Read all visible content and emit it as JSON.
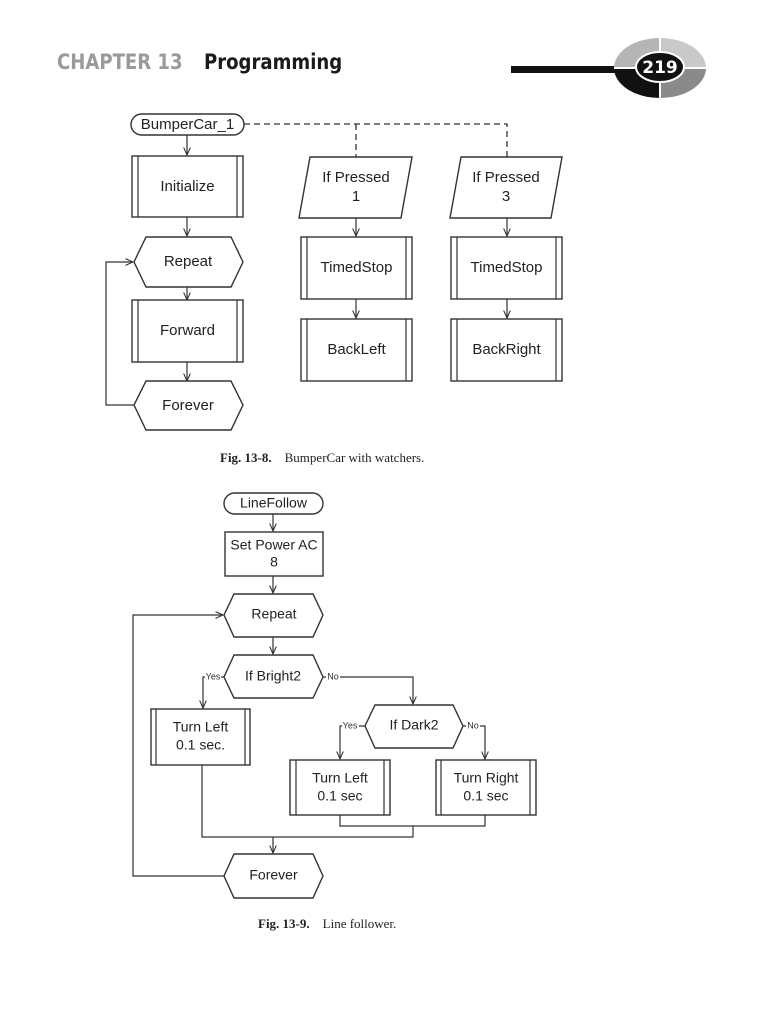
{
  "header": {
    "chapter_label": "CHAPTER 13",
    "chapter_title": "Programming",
    "page_number": "219"
  },
  "figure_13_8": {
    "caption_label": "Fig. 13-8.",
    "caption_text": "BumperCar with watchers.",
    "nodes": {
      "start": "BumperCar_1",
      "initialize": "Initialize",
      "repeat": "Repeat",
      "forward": "Forward",
      "forever": "Forever",
      "if_pressed_1_line1": "If Pressed",
      "if_pressed_1_line2": "1",
      "if_pressed_3_line1": "If Pressed",
      "if_pressed_3_line2": "3",
      "timedstop_1": "TimedStop",
      "timedstop_3": "TimedStop",
      "backleft": "BackLeft",
      "backright": "BackRight"
    }
  },
  "figure_13_9": {
    "caption_label": "Fig. 13-9.",
    "caption_text": "Line follower.",
    "nodes": {
      "start": "LineFollow",
      "set_power_line1": "Set Power AC",
      "set_power_line2": "8",
      "repeat": "Repeat",
      "if_bright2": "If Bright2",
      "turn_left_a_line1": "Turn Left",
      "turn_left_a_line2": "0.1 sec.",
      "if_dark2": "If Dark2",
      "turn_left_b_line1": "Turn Left",
      "turn_left_b_line2": "0.1 sec",
      "turn_right_line1": "Turn Right",
      "turn_right_line2": "0.1 sec",
      "forever": "Forever"
    },
    "branch_labels": {
      "bright_yes": "Yes",
      "bright_no": "No",
      "dark_yes": "Yes",
      "dark_no": "No"
    }
  }
}
